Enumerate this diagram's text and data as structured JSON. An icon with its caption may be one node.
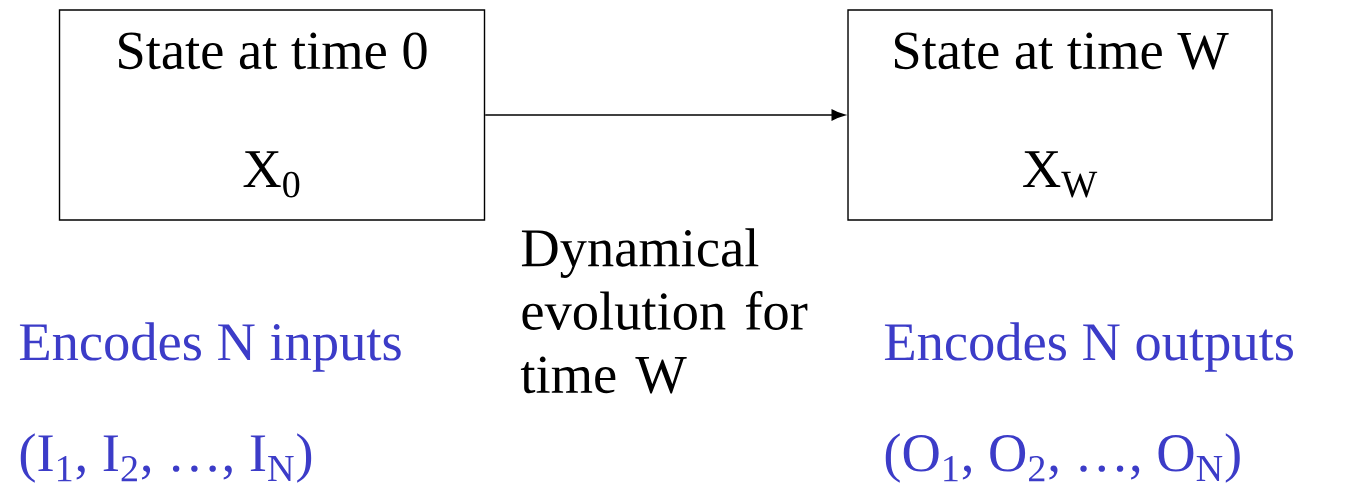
{
  "diagram": {
    "nodes": [
      {
        "text": [
          "State at time 0",
          "X$_{0}$"
        ]
      },
      {
        "text": [
          "State at time W",
          "X$_{W}$"
        ]
      }
    ],
    "edges": [
      {
        "from": 0,
        "to": 1,
        "arrow": "to",
        "label": "Dynamical evolution for time W"
      }
    ],
    "labels": [
      "Encodes N inputs",
      "(I$_{1}$, I$_{2}$, …, I$_{N}$)",
      "Encodes N outputs",
      "(O$_{1}$, O$_{2}$, …, O$_{N}$)"
    ]
  }
}
